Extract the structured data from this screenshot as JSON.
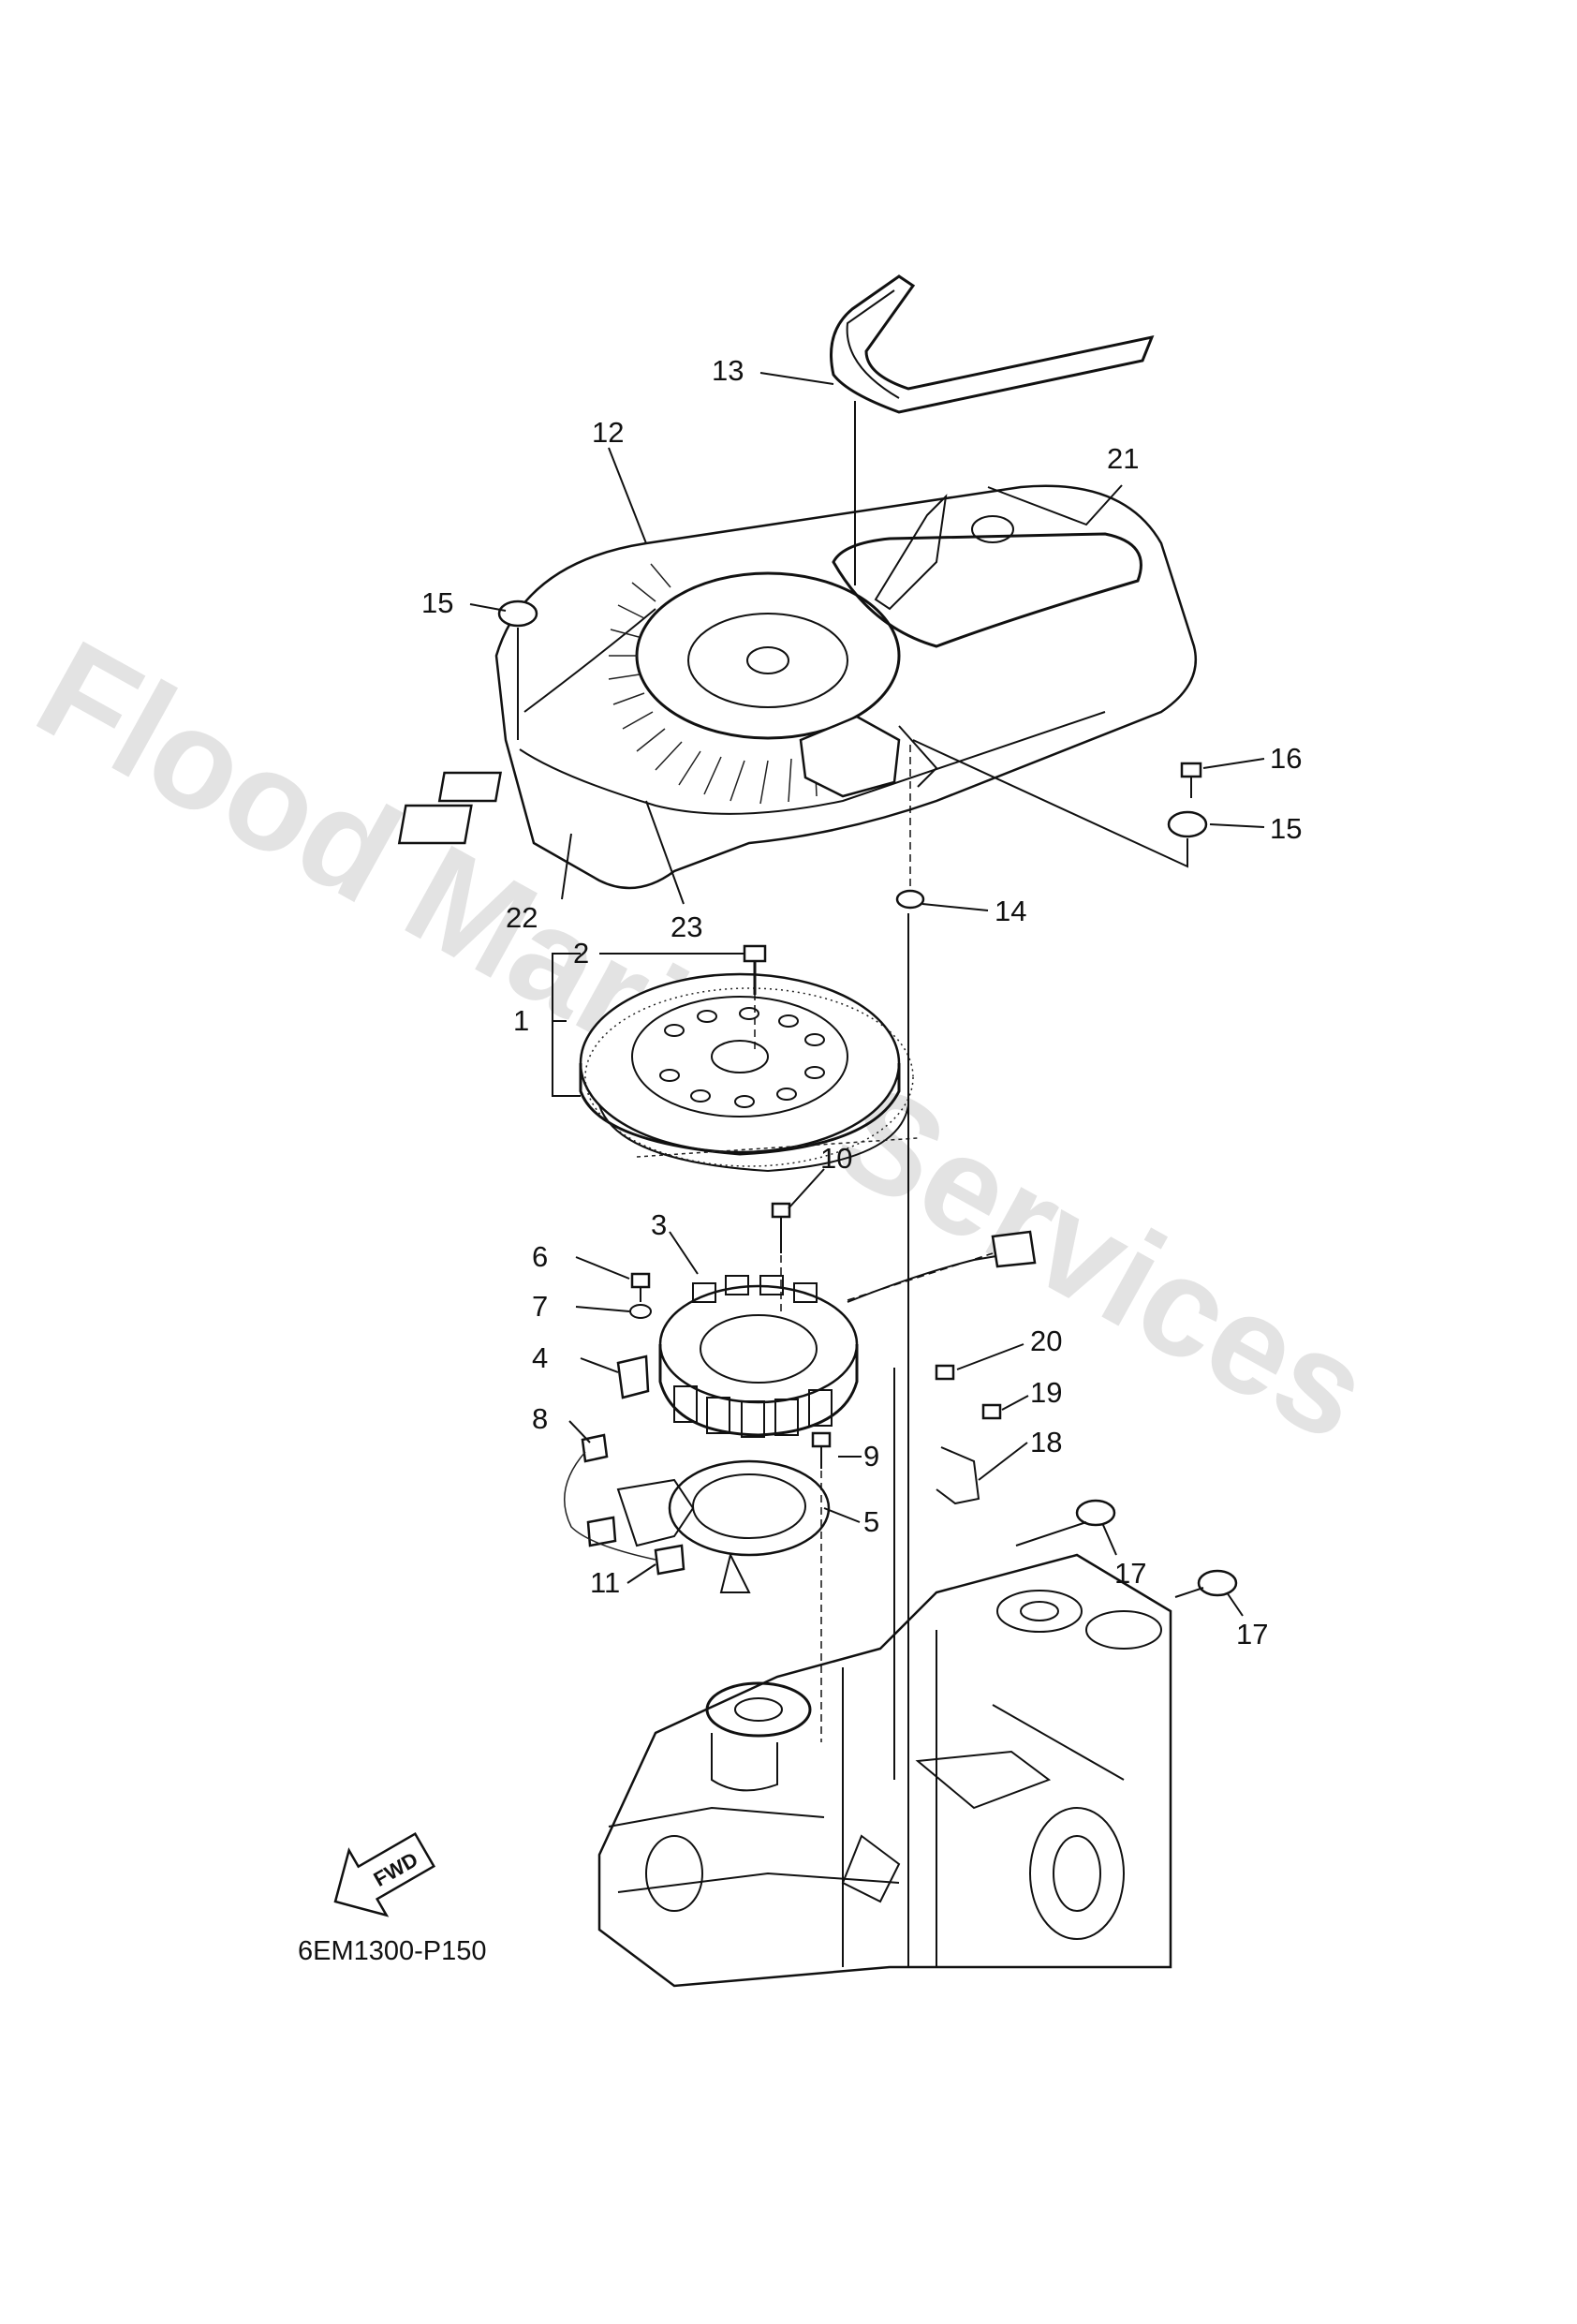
{
  "watermark": "Flood Marine Services",
  "diagram_code": "6EM1300-P150",
  "fwd_label": "FWD",
  "callouts": {
    "c1": "1",
    "c2": "2",
    "c3": "3",
    "c4": "4",
    "c5": "5",
    "c6": "6",
    "c7": "7",
    "c8": "8",
    "c9": "9",
    "c10": "10",
    "c11": "11",
    "c12": "12",
    "c13": "13",
    "c14": "14",
    "c15a": "15",
    "c15b": "15",
    "c16": "16",
    "c17a": "17",
    "c17b": "17",
    "c18": "18",
    "c19": "19",
    "c20": "20",
    "c21": "21",
    "c22": "22",
    "c23": "23"
  },
  "icons": {
    "flywheel_cover": "flywheel-cover-icon",
    "flywheel": "flywheel-icon",
    "stator": "stator-coil-icon",
    "engine_block": "engine-block-icon"
  }
}
